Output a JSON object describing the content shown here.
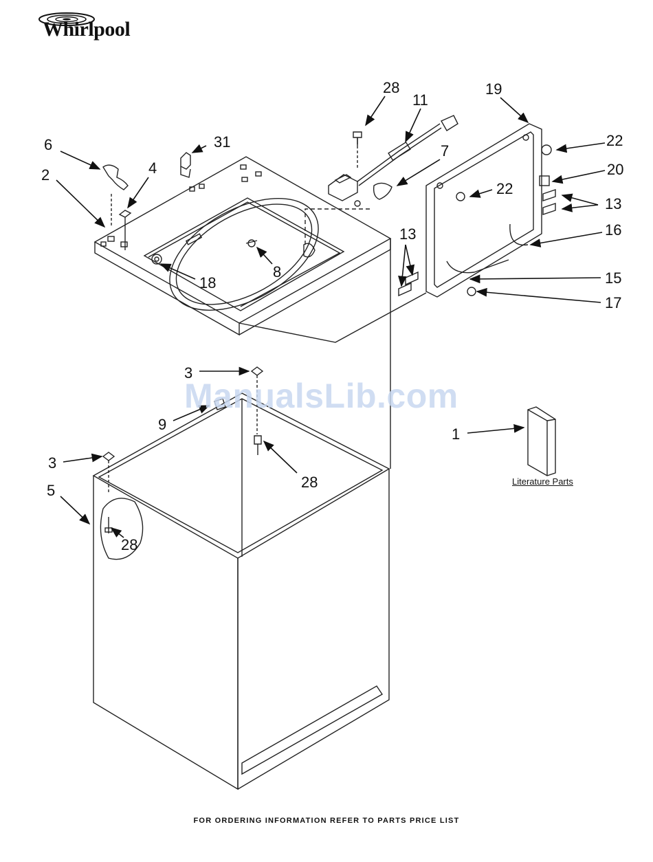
{
  "brand": {
    "name": "Whirlpool"
  },
  "watermark": "ManualsLib.com",
  "callouts": [
    {
      "id": "c28a",
      "label": "28"
    },
    {
      "id": "c11",
      "label": "11"
    },
    {
      "id": "c19",
      "label": "19"
    },
    {
      "id": "c6",
      "label": "6"
    },
    {
      "id": "c31",
      "label": "31"
    },
    {
      "id": "c7",
      "label": "7"
    },
    {
      "id": "c22a",
      "label": "22"
    },
    {
      "id": "c2",
      "label": "2"
    },
    {
      "id": "c4",
      "label": "4"
    },
    {
      "id": "c20",
      "label": "20"
    },
    {
      "id": "c22b",
      "label": "22"
    },
    {
      "id": "c13a",
      "label": "13"
    },
    {
      "id": "c13b",
      "label": "13"
    },
    {
      "id": "c16",
      "label": "16"
    },
    {
      "id": "c8",
      "label": "8"
    },
    {
      "id": "c18",
      "label": "18"
    },
    {
      "id": "c15",
      "label": "15"
    },
    {
      "id": "c17",
      "label": "17"
    },
    {
      "id": "c3a",
      "label": "3"
    },
    {
      "id": "c9",
      "label": "9"
    },
    {
      "id": "c1",
      "label": "1"
    },
    {
      "id": "c28b",
      "label": "28"
    },
    {
      "id": "c3b",
      "label": "3"
    },
    {
      "id": "c5",
      "label": "5"
    },
    {
      "id": "c28c",
      "label": "28"
    }
  ],
  "literature_label": "Literature Parts",
  "footer": "FOR ORDERING INFORMATION REFER TO PARTS PRICE LIST"
}
